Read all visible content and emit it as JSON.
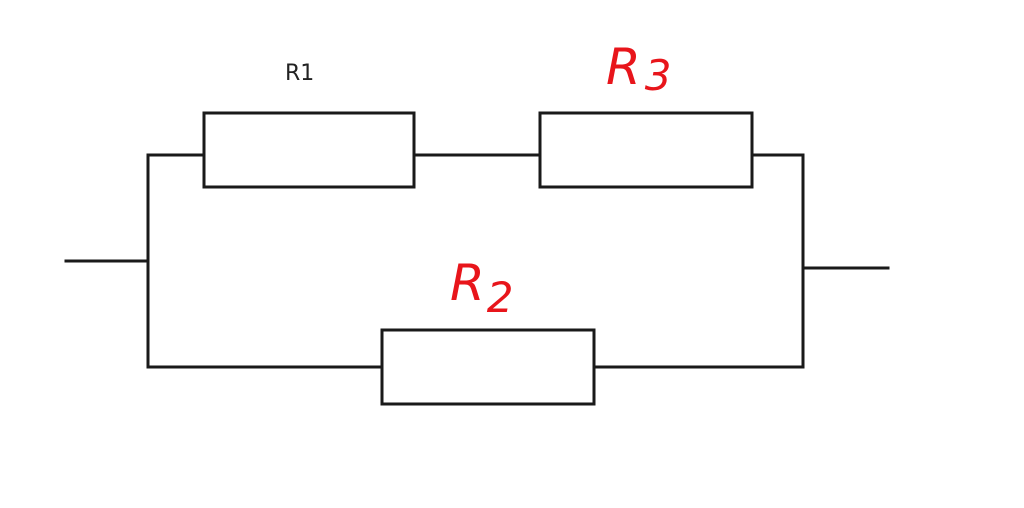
{
  "diagram": {
    "labels": {
      "r1": "R1",
      "r3_letter": "R",
      "r3_sub": "3",
      "r2_letter": "R",
      "r2_sub": "2"
    },
    "colors": {
      "wire": "#1a1a1a",
      "annotation": "#e8151b",
      "typed_text": "#222222",
      "background": "#ffffff"
    }
  }
}
